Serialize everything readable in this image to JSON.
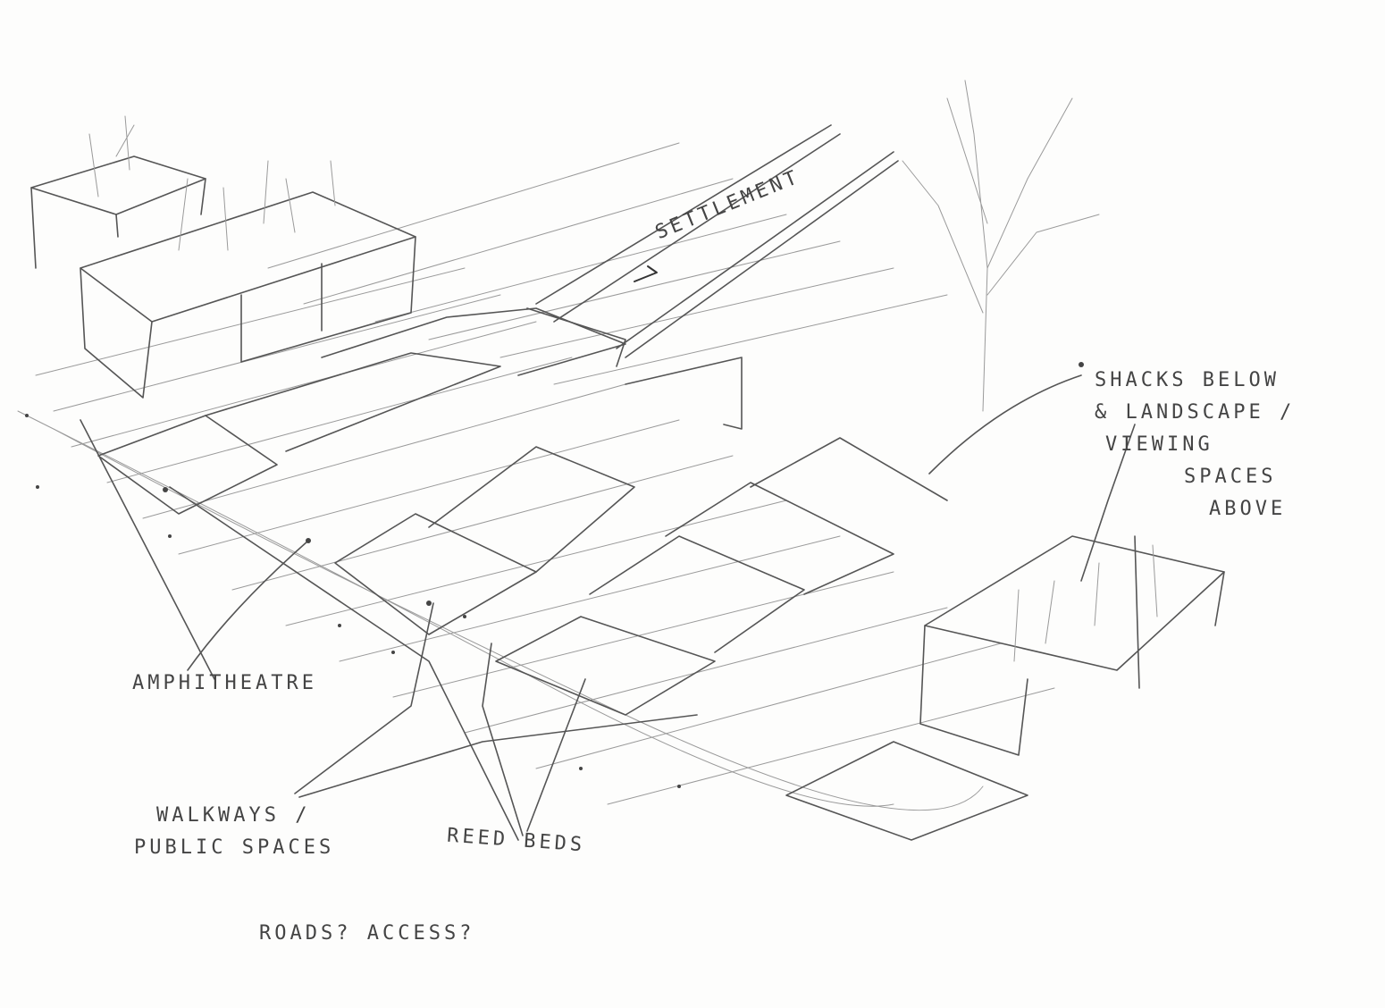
{
  "labels": {
    "settlement": "SETTLEMENT",
    "shacks_line1": "SHACKS BELOW",
    "shacks_line2": "& LANDSCAPE /",
    "shacks_line3": "VIEWING",
    "shacks_line4": "SPACES",
    "shacks_line5": "ABOVE",
    "amphitheatre": "AMPHITHEATRE",
    "walkways_line1": "WALKWAYS /",
    "walkways_line2": "PUBLIC SPACES",
    "reed_beds": "REED BEDS",
    "question": "ROADS? ACCESS?"
  }
}
